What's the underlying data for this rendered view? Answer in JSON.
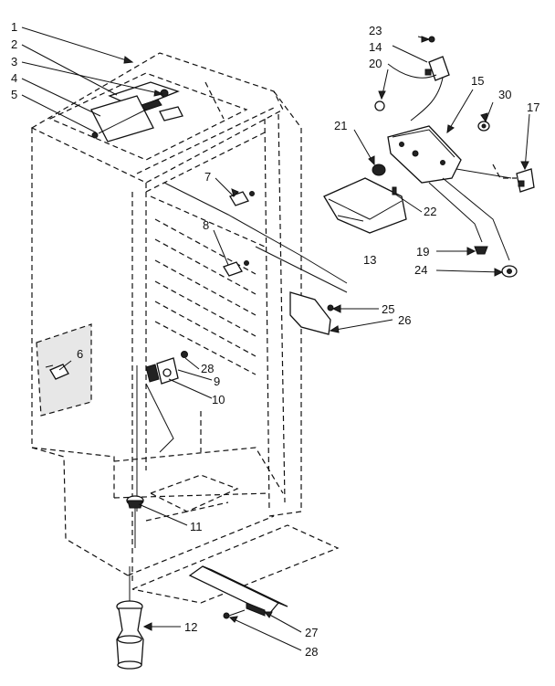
{
  "callouts": [
    "1",
    "2",
    "3",
    "4",
    "5",
    "6",
    "7",
    "8",
    "9",
    "10",
    "11",
    "12",
    "13",
    "14",
    "15",
    "17",
    "19",
    "20",
    "21",
    "22",
    "23",
    "24",
    "25",
    "26",
    "27",
    "28",
    "28",
    "30"
  ]
}
